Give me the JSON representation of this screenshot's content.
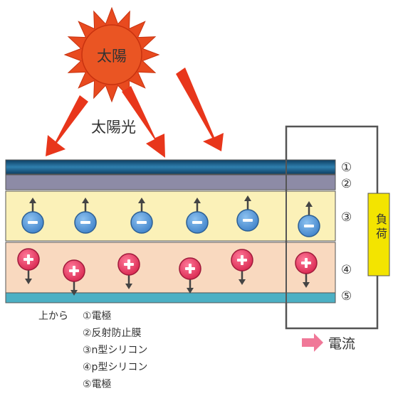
{
  "sun": {
    "label": "太陽"
  },
  "sunlight_label": "太陽光",
  "layer_numbers": [
    "①",
    "②",
    "③",
    "④",
    "⑤"
  ],
  "load_label": "負荷",
  "current_label": "電流",
  "legend": {
    "prefix": "上から",
    "items": [
      "①電極",
      "②反射防止膜",
      "③n型シリコン",
      "④p型シリコン",
      "⑤電極"
    ]
  },
  "colors": {
    "sun": "#e84a1f",
    "arrow": "#e8361b",
    "electrode_top": "#1d5f86",
    "antireflection": "#8d8ba6",
    "n_silicon": "#fbf1b8",
    "p_silicon": "#f9d9bf",
    "electrode_bottom": "#4cb0c4",
    "electron": "#4a8fd6",
    "hole": "#e8426d",
    "load": "#f3e400",
    "current_arrow": "#f07898"
  }
}
